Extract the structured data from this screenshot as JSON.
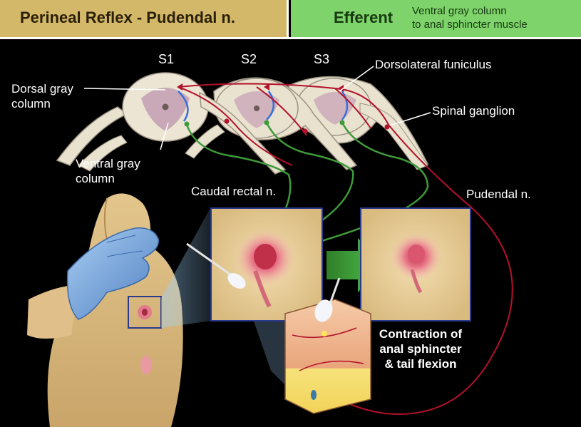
{
  "header": {
    "title": "Perineal Reflex - Pudendal n.",
    "pathway": "Efferent",
    "description_line1": "Ventral gray column",
    "description_line2": "to anal sphincter muscle"
  },
  "segments": [
    "S1",
    "S2",
    "S3"
  ],
  "labels": {
    "dorsal_gray_1": "Dorsal gray",
    "dorsal_gray_2": "column",
    "ventral_gray_1": "Ventral gray",
    "ventral_gray_2": "column",
    "dorsolateral_funiculus": "Dorsolateral funiculus",
    "spinal_ganglion": "Spinal ganglion",
    "caudal_rectal": "Caudal rectal n.",
    "pudendal": "Pudendal n.",
    "contraction_1": "Contraction of",
    "contraction_2": "anal sphincter",
    "contraction_3": "& tail flexion"
  },
  "colors": {
    "header_left": "#d4b86a",
    "header_right": "#7ed36a",
    "afferent_nerve": "#b3102a",
    "efferent_nerve": "#3f9a3a",
    "interneuron": "#3a6fd8",
    "glove": "#7aa8df",
    "arrow": "#3fa53a"
  }
}
